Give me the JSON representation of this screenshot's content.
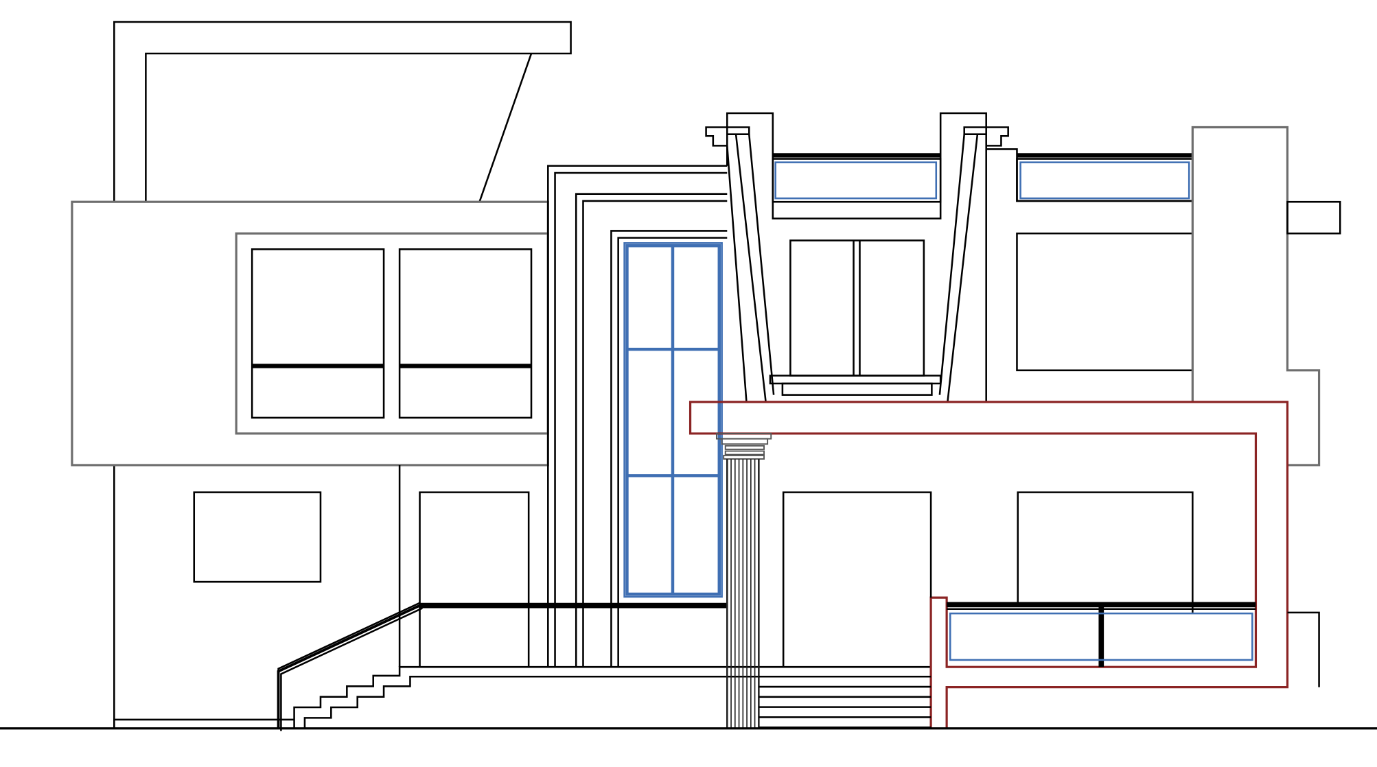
{
  "drawing": {
    "type": "architectural-front-elevation",
    "background": "#ffffff",
    "line_colors": {
      "structure": "#000000",
      "secondary_outline": "#6e6e6e",
      "glazing": "#3f6fb3",
      "canopy_frame": "#8b2424"
    },
    "column_flutes": 8,
    "entrance_steps": 5,
    "stair_treads": 4
  }
}
